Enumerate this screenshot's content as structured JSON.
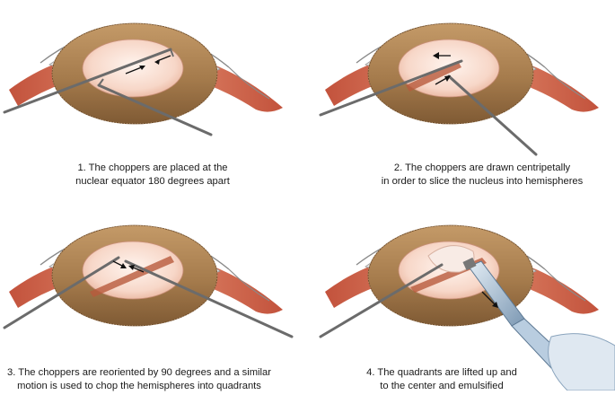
{
  "steps": [
    {
      "line1": "1. The choppers are placed at the",
      "line2": "nuclear equator 180 degrees apart"
    },
    {
      "line1": "2. The choppers are drawn centripetally",
      "line2": "in order to slice the nucleus into hemispheres"
    },
    {
      "line1": "3. The choppers are reoriented by 90 degrees and a similar",
      "line2": "motion is used to chop the hemispheres into quadrants"
    },
    {
      "line1": "4. The quadrants are lifted up and",
      "line2": "to the center and emulsified"
    }
  ],
  "icons": {
    "eye": "eye-cross-section-icon",
    "chopper": "chopper-instrument-icon",
    "arrow": "motion-arrow-icon",
    "handpiece": "phaco-handpiece-icon"
  },
  "colors": {
    "cornea": "#e2e2e2",
    "sclera": "#c94a2c",
    "iris": "#a67c4c",
    "lens": "#f6d4c4",
    "instrument": "#6b6b6b",
    "handpiece": "#9fb6cc"
  }
}
